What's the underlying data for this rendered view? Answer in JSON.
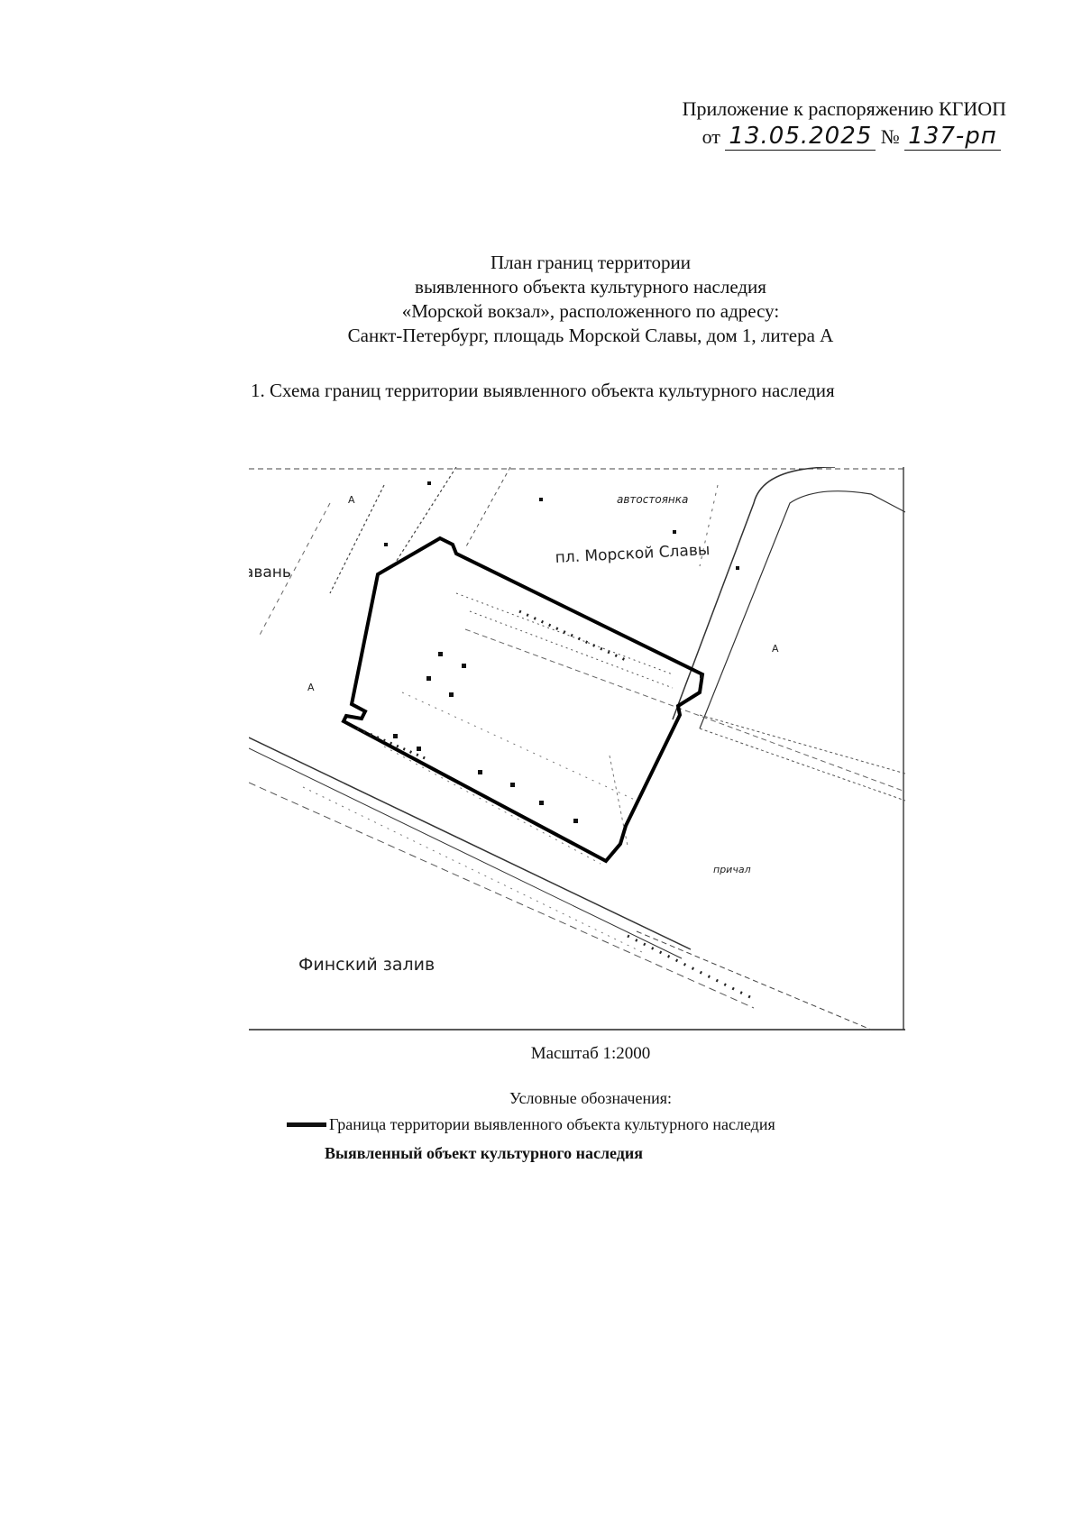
{
  "header": {
    "line1": "Приложение к распоряжению КГИОП",
    "date_prefix": "от",
    "date_value": "13.05.2025",
    "number_prefix": "№",
    "number_value": "137-рп"
  },
  "title": {
    "line1": "План границ территории",
    "line2": "выявленного объекта культурного наследия",
    "line3": "«Морской вокзал», расположенного по адресу:",
    "line4": "Санкт-Петербург, площадь Морской Славы, дом 1, литера А"
  },
  "section": {
    "heading": "1.   Схема границ территории выявленного объекта культурного наследия"
  },
  "map": {
    "labels": {
      "square": "пл. Морской Славы",
      "harbor": "гавань",
      "bay": "Финский залив",
      "parking": "автостоянка",
      "pier": "причал",
      "small_a": "А"
    }
  },
  "scale_text": "Масштаб 1:2000",
  "legend": {
    "title": "Условные обозначения:",
    "items": [
      {
        "label": "Граница территории выявленного объекта культурного наследия",
        "style": "thick-line"
      },
      {
        "label": "Выявленный объект культурного наследия",
        "style": "text"
      }
    ]
  }
}
